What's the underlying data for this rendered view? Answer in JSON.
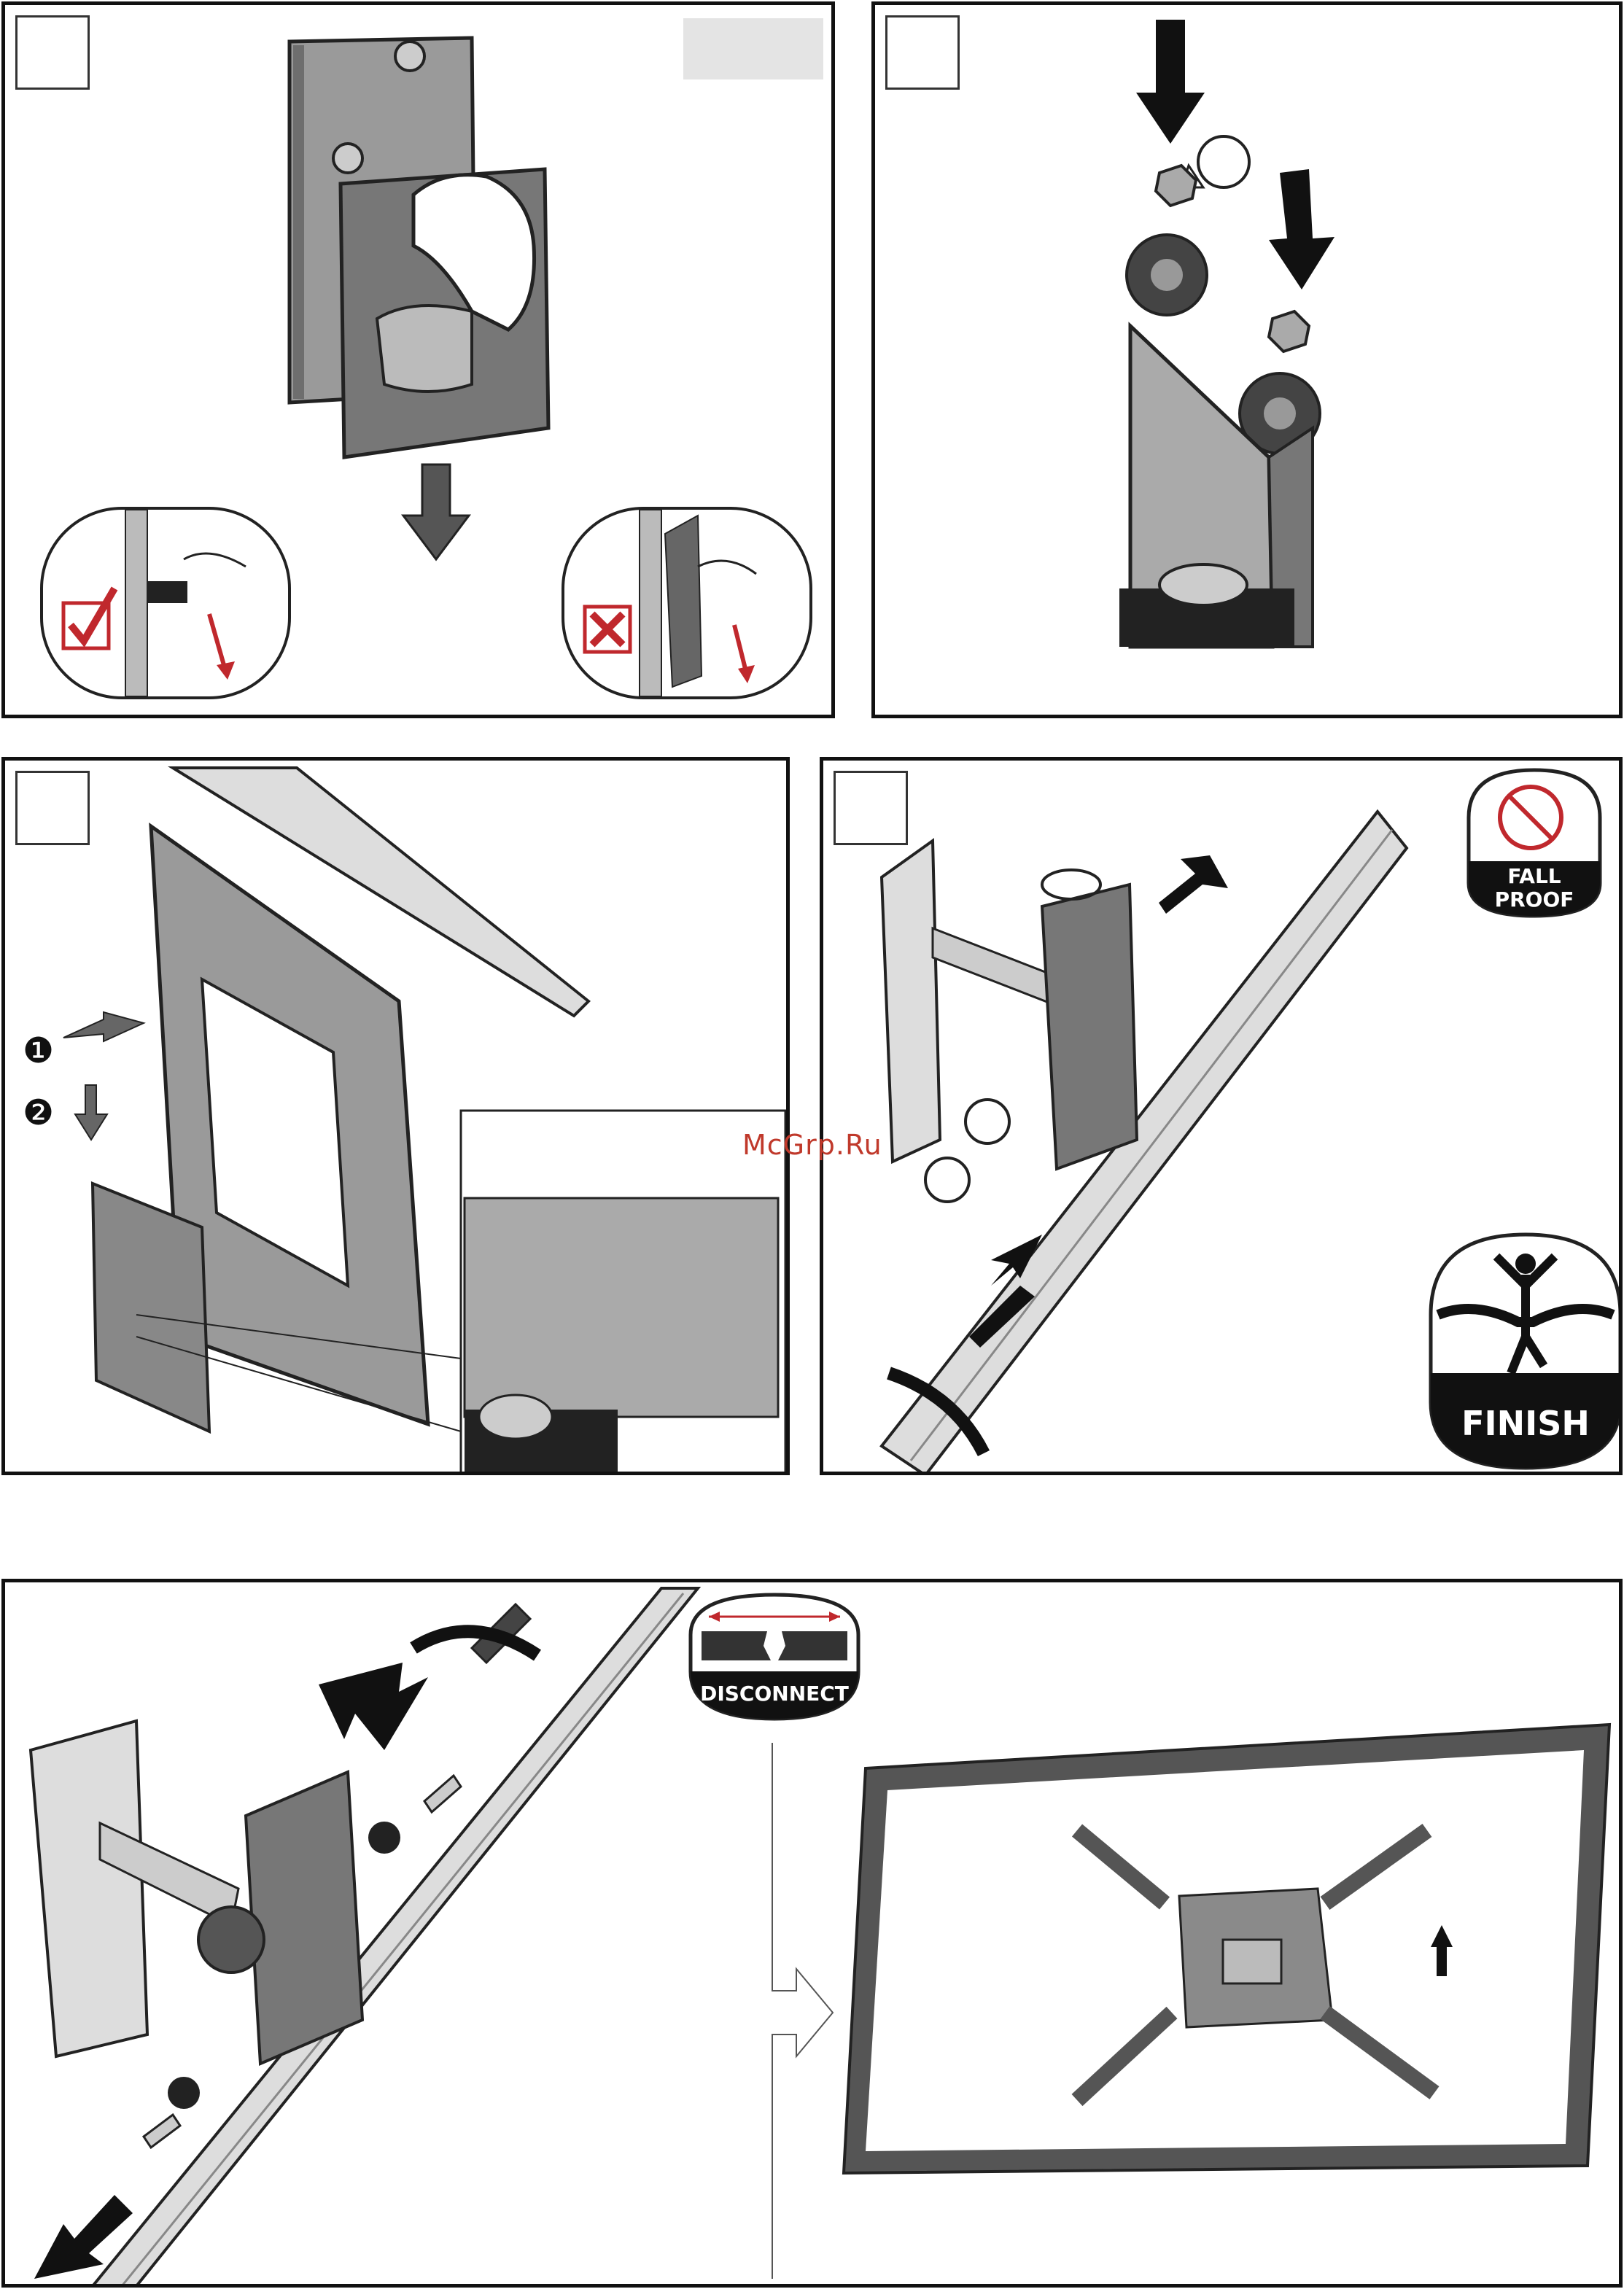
{
  "steps": {
    "s1": {
      "num": ""
    },
    "s2": {
      "num": ""
    },
    "s3": {
      "num": "",
      "list_markers": [
        "❶",
        "❷"
      ]
    },
    "s4": {
      "num": ""
    }
  },
  "badges": {
    "fall_proof": {
      "line1": "FALL",
      "line2": "PROOF",
      "icon": "no-tilt-icon",
      "accent": "#c0282d"
    },
    "finish": {
      "label": "FINISH",
      "icon": "runner-finish-icon"
    },
    "disconnect": {
      "label": "DISCONNECT",
      "icon": "disconnect-arrows-icon",
      "accent": "#c0282d"
    }
  },
  "watermark": "McGrp.Ru",
  "colors": {
    "check": "#c0282d",
    "metal": "#9a9a9a",
    "dark": "#1a1a1a"
  }
}
